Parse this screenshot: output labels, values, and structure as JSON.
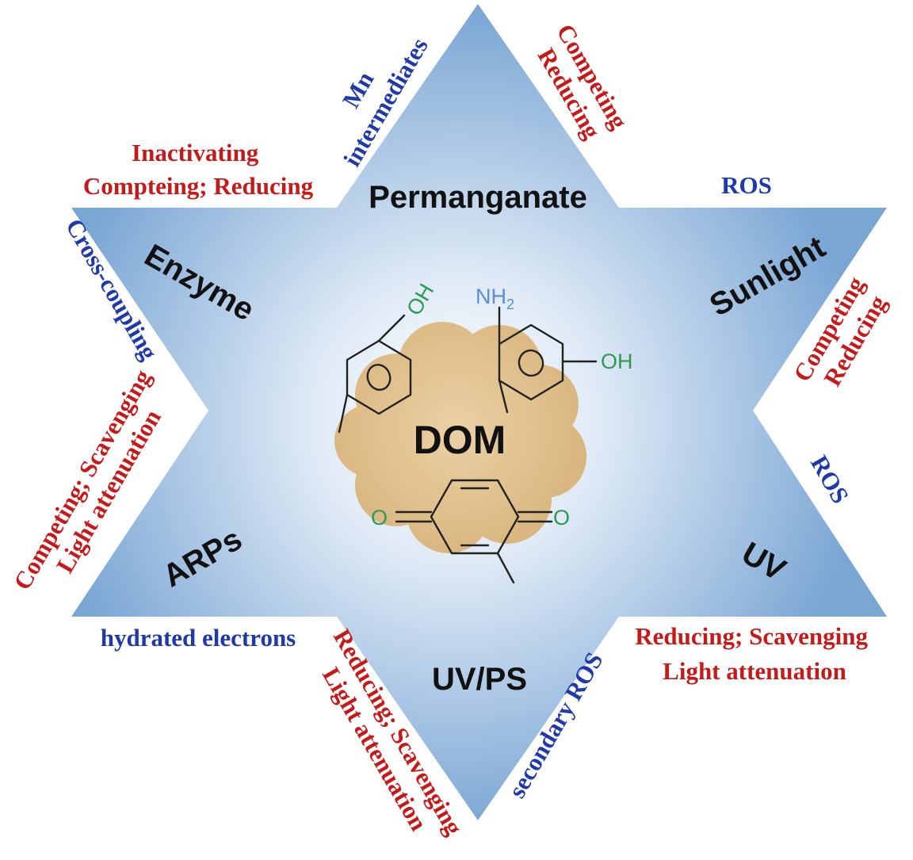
{
  "colors": {
    "star_edge": "#7aa6d4",
    "star_center": "#ffffff",
    "cloud": "#d9b57e",
    "process_text": "#111111",
    "negative_effect": "#c41a1a",
    "positive_effect": "#1f3aa8",
    "functional_group": "#2e9a55",
    "amine_group": "#5a8fd6"
  },
  "center": {
    "label": "DOM",
    "groups": {
      "oh_top": "OH",
      "oh_right": "OH",
      "nh": "NH",
      "nh_sub": "2",
      "o_left": "O",
      "o_right": "O"
    }
  },
  "processes": {
    "permanganate": "Permanganate",
    "sunlight": "Sunlight",
    "uv": "UV",
    "uvps": "UV/PS",
    "arps": "ARPs",
    "enzyme": "Enzyme"
  },
  "effects": {
    "mn_line1": "Mn",
    "mn_line2": "intermediates",
    "perm_neg_line1": "Competing",
    "perm_neg_line2": "Reducing",
    "sun_ros": "ROS",
    "sun_neg_line1": "Competing",
    "sun_neg_line2": "Reducing",
    "uv_ros": "ROS",
    "uv_neg_line1": "Reducing; Scavenging",
    "uv_neg_line2": "Light attenuation",
    "uvps_pos": "secondary ROS",
    "uvps_neg_line1": "Reducing; Scavenging",
    "uvps_neg_line2": "Light attenuation",
    "arps_pos": "hydrated electrons",
    "arps_neg_line1": "Competing; Scavenging",
    "arps_neg_line2": "Light attenuation",
    "enz_pos": "Cross-coupling",
    "enz_neg_line1": "Inactivating",
    "enz_neg_line2": "Compteing; Reducing"
  }
}
